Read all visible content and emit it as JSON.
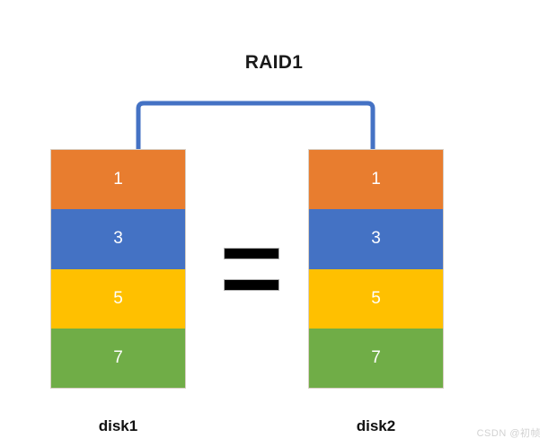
{
  "diagram": {
    "title": "RAID1",
    "type": "raid-mirroring-diagram",
    "connector": {
      "name": "mirror-bracket",
      "color": "#4472C4",
      "stroke_width": 5
    },
    "equality": {
      "symbol": "=",
      "name": "equals-sign",
      "color": "#000000"
    },
    "disks": [
      {
        "id": "disk1",
        "caption": "disk1",
        "blocks": [
          {
            "label": "1",
            "color": "#E87D2F"
          },
          {
            "label": "3",
            "color": "#4472C4"
          },
          {
            "label": "5",
            "color": "#FFC000"
          },
          {
            "label": "7",
            "color": "#70AD47"
          }
        ]
      },
      {
        "id": "disk2",
        "caption": "disk2",
        "blocks": [
          {
            "label": "1",
            "color": "#E87D2F"
          },
          {
            "label": "3",
            "color": "#4472C4"
          },
          {
            "label": "5",
            "color": "#FFC000"
          },
          {
            "label": "7",
            "color": "#70AD47"
          }
        ]
      }
    ]
  },
  "watermark": {
    "text": "CSDN @初帧"
  }
}
